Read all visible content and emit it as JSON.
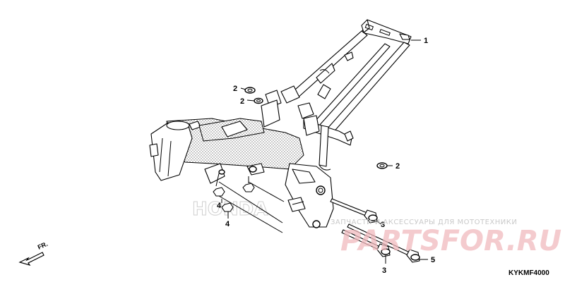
{
  "diagram": {
    "code": "KYKMF4000",
    "direction_label": "FR.",
    "callouts": [
      {
        "id": "c1",
        "label": "1"
      },
      {
        "id": "c2a",
        "label": "2"
      },
      {
        "id": "c2b",
        "label": "2"
      },
      {
        "id": "c2c",
        "label": "2"
      },
      {
        "id": "c3a",
        "label": "3"
      },
      {
        "id": "c3b",
        "label": "3"
      },
      {
        "id": "c4a",
        "label": "4"
      },
      {
        "id": "c4b",
        "label": "4"
      },
      {
        "id": "c5",
        "label": "5"
      }
    ]
  },
  "watermark": {
    "text": "ЗАПЧАСТИ И АКСЕССУАРЫ ДЛЯ МОТОТЕХНИКИ",
    "brand": "PARTSFOR.RU",
    "logo_text": "HONDA",
    "brand_color": "#e8868d"
  }
}
